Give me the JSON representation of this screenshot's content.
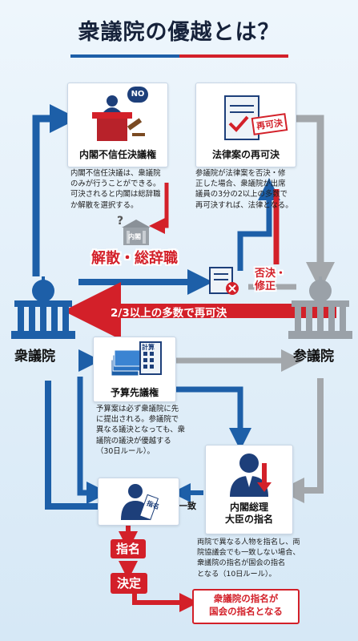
{
  "title": "衆議院の優越とは？",
  "houses": {
    "lower": "衆議院",
    "upper": "参議院"
  },
  "no_confidence": {
    "title": "内閣不信任決議権",
    "badge": "NO",
    "desc": [
      "内閣不信任決議は、衆議院",
      "のみが行うことができる。",
      "可決されると内閣は総辞職",
      "か解散を選択する。"
    ],
    "building_label": "内閣",
    "result": "解散・総辞職"
  },
  "re_pass": {
    "title": "法律案の再可決",
    "stamp": "再可決",
    "desc": [
      "参議院が法律案を否決・修",
      "正した場合、衆議院が出席",
      "議員の3分の2以上の多数で",
      "再可決すれば、法律となる。"
    ],
    "veto": "否決・\n修正",
    "arrow_label": "2/3以上の多数で再可決"
  },
  "budget": {
    "title": "予算先議権",
    "calc_label": "計算",
    "desc": [
      "予算案は必ず衆議院に先",
      "に提出される。参議院で",
      "異なる議決となっても、衆",
      "議院の議決が優越する",
      "（30日ルール）。"
    ]
  },
  "pm": {
    "title": [
      "内閣総理",
      "大臣の指名"
    ],
    "mismatch": "不一致",
    "tag": "指名",
    "desc": [
      "両院で異なる人物を指名し、両",
      "院協議会でも一致しない場合、",
      "衆議院の指名が国会の指名",
      "となる（10日ルール）。"
    ],
    "step1": "指名",
    "step2": "決定",
    "final": [
      "衆議院の指名が",
      "国会の指名となる"
    ]
  },
  "colors": {
    "blue": "#1d5fa8",
    "red": "#d32029",
    "gray": "#a3a7ab",
    "navy": "#1d3f7a"
  }
}
